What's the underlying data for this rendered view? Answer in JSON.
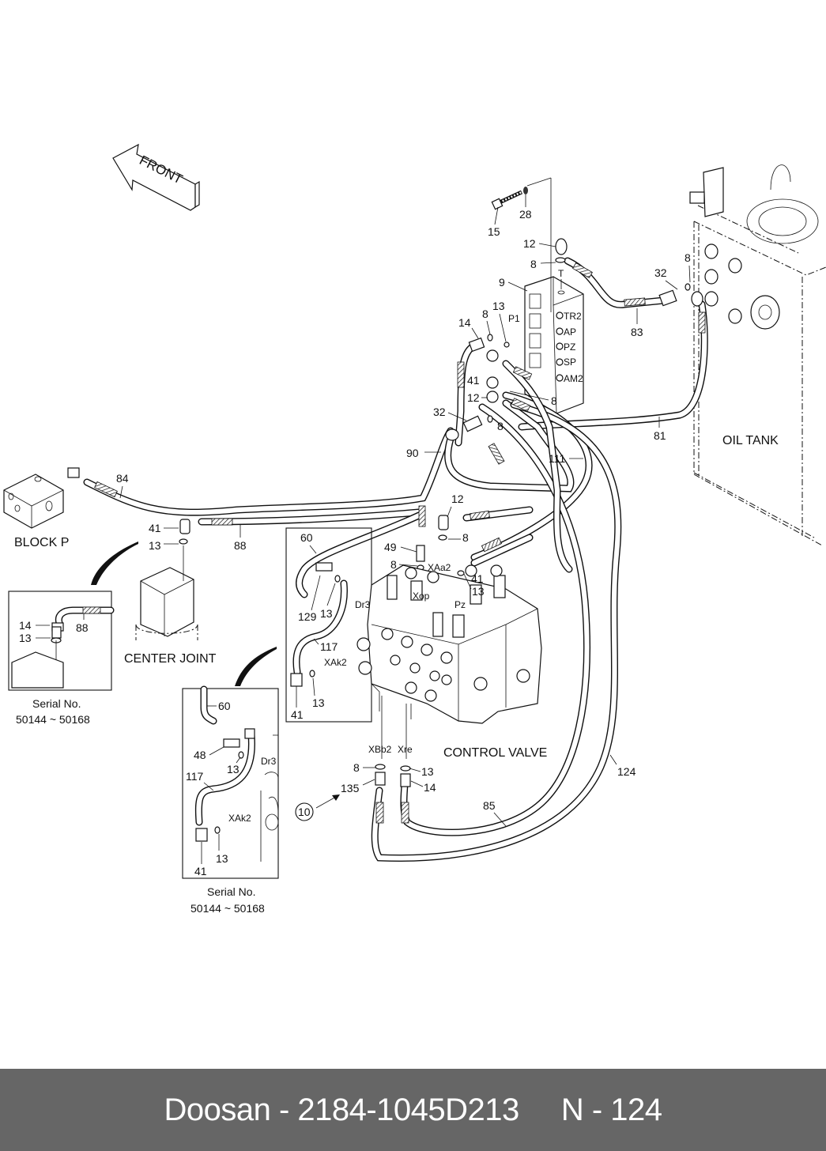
{
  "diagram": {
    "title_arrow": "FRONT",
    "components": {
      "oil_tank": "OIL TANK",
      "block_p": "BLOCK P",
      "center_joint": "CENTER JOINT",
      "control_valve": "CONTROL VALVE"
    },
    "block_ports": [
      "P1",
      "TR2",
      "AP",
      "PZ",
      "SP",
      "AM2",
      "T"
    ],
    "valve_ports": [
      "XAa2",
      "Xop",
      "Pz",
      "Dr3",
      "XAk2",
      "XBb2",
      "Xre"
    ],
    "callouts": {
      "c15": "15",
      "c28": "28",
      "c12a": "12",
      "c8a": "8",
      "c9": "9",
      "c8b": "8",
      "c13a": "13",
      "c14a": "14",
      "c41a": "41",
      "c12b": "12",
      "c8c": "8",
      "c32a": "32",
      "c8d": "8",
      "c90": "90",
      "c111": "111",
      "c81": "81",
      "c83": "83",
      "c32b": "32",
      "c8e": "8",
      "c84": "84",
      "c41b": "41",
      "c13b": "13",
      "c88": "88",
      "c12c": "12",
      "c8f": "8",
      "c49": "49",
      "c8g": "8",
      "c41c": "41",
      "c13c": "13",
      "c60": "60",
      "c129": "129",
      "c13d": "13",
      "c117": "117",
      "c41d": "41",
      "c13e": "13",
      "c8h": "8",
      "c135": "135",
      "c13f": "13",
      "c14b": "14",
      "c85": "85",
      "c124": "124",
      "c10": "10"
    },
    "insets": [
      {
        "callouts": {
          "c14": "14",
          "c13": "13",
          "c88": "88"
        },
        "caption_line1": "Serial No.",
        "caption_line2": "50144 ~ 50168"
      },
      {
        "callouts": {
          "c60": "60",
          "c48": "48",
          "c13a": "13",
          "c117": "117",
          "c13b": "13",
          "c41": "41",
          "dr3": "Dr3",
          "xak2": "XAk2"
        },
        "caption_line1": "Serial No.",
        "caption_line2": "50144 ~ 50168"
      }
    ]
  },
  "footer": {
    "brand": "Doosan",
    "part_number": "2184-1045D213",
    "page_ref": "N - 124",
    "text": "Doosan - 2184-1045D213     N - 124"
  }
}
